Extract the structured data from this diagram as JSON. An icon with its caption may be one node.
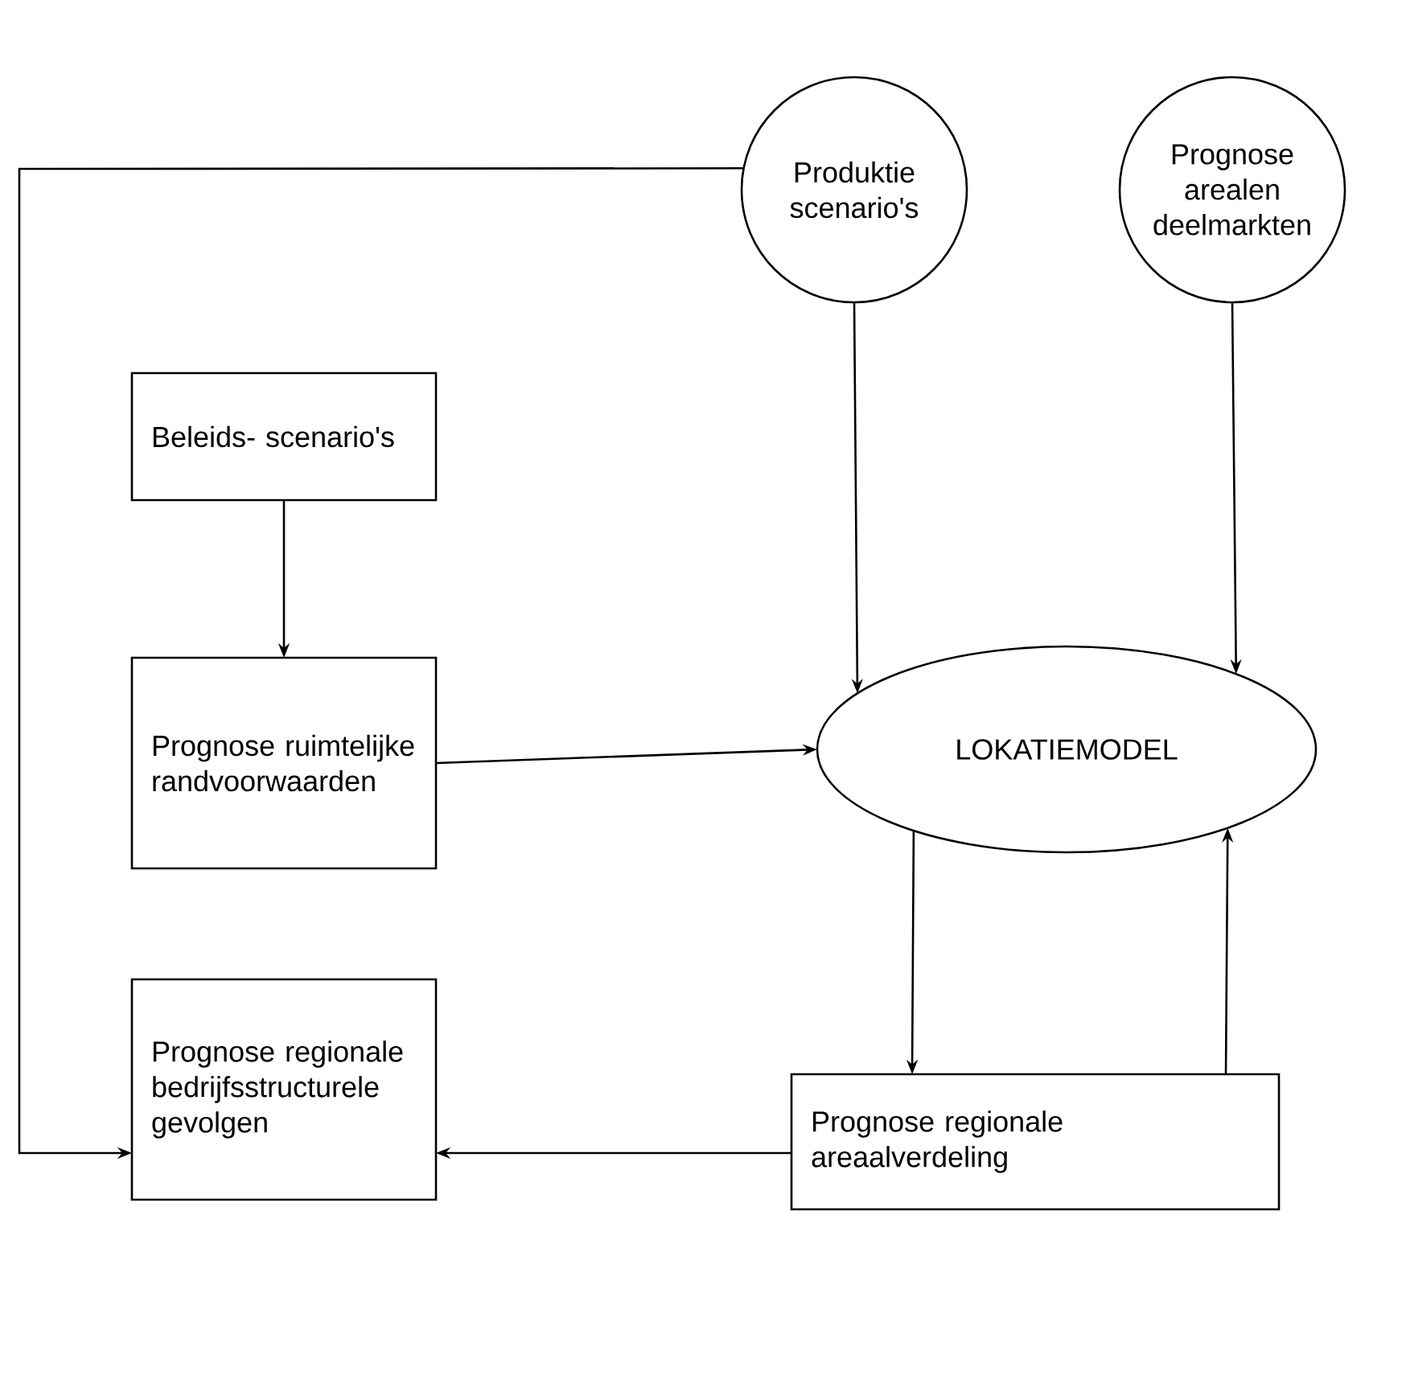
{
  "diagram": {
    "nodes": [
      {
        "text": [
          "Produktie scenario's"
        ]
      },
      {
        "text": [
          "Prognose arealen deelmarkten"
        ]
      },
      {
        "text": [
          "Beleids- scenario's"
        ]
      },
      {
        "text": [
          "Prognose ruimtelijke randvoorwaarden"
        ]
      },
      {
        "text": [
          "LOKATIEMODEL"
        ]
      },
      {
        "text": [
          "Prognose regionale bedrijfsstructurele gevolgen"
        ]
      },
      {
        "text": [
          "Prognose regionale areaalverdeling"
        ]
      }
    ],
    "edges": [
      {
        "from": 0,
        "to": 5,
        "arrow": "to"
      },
      {
        "from": 0,
        "to": 4,
        "arrow": "to"
      },
      {
        "from": 1,
        "to": 4,
        "arrow": "to"
      },
      {
        "from": 2,
        "to": 3,
        "arrow": "to"
      },
      {
        "from": 3,
        "to": 4,
        "arrow": "to"
      },
      {
        "from": 4,
        "to": 6,
        "arrow": "to"
      },
      {
        "from": 6,
        "to": 4,
        "arrow": "to"
      },
      {
        "from": 6,
        "to": 5,
        "arrow": "to"
      }
    ]
  }
}
